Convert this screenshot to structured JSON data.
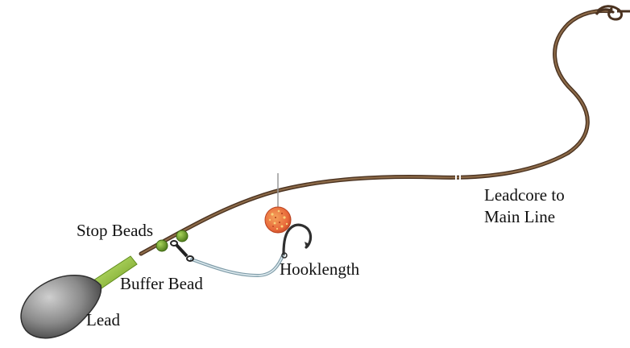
{
  "labels": {
    "stop_beads": "Stop Beads",
    "buffer_bead": "Buffer Bead",
    "lead": "Lead",
    "hooklength": "Hooklength",
    "leadcore_line1": "Leadcore to",
    "leadcore_line2": "Main Line"
  },
  "colors": {
    "leadcore": "#6b4a2f",
    "stop_bead": "#6f9e2e",
    "buffer_bead": "#9ccf3a",
    "lead": "#8a8a8a",
    "hooklength": "#9fbcc8",
    "boilie": "#e8683a",
    "hook": "#333333"
  }
}
